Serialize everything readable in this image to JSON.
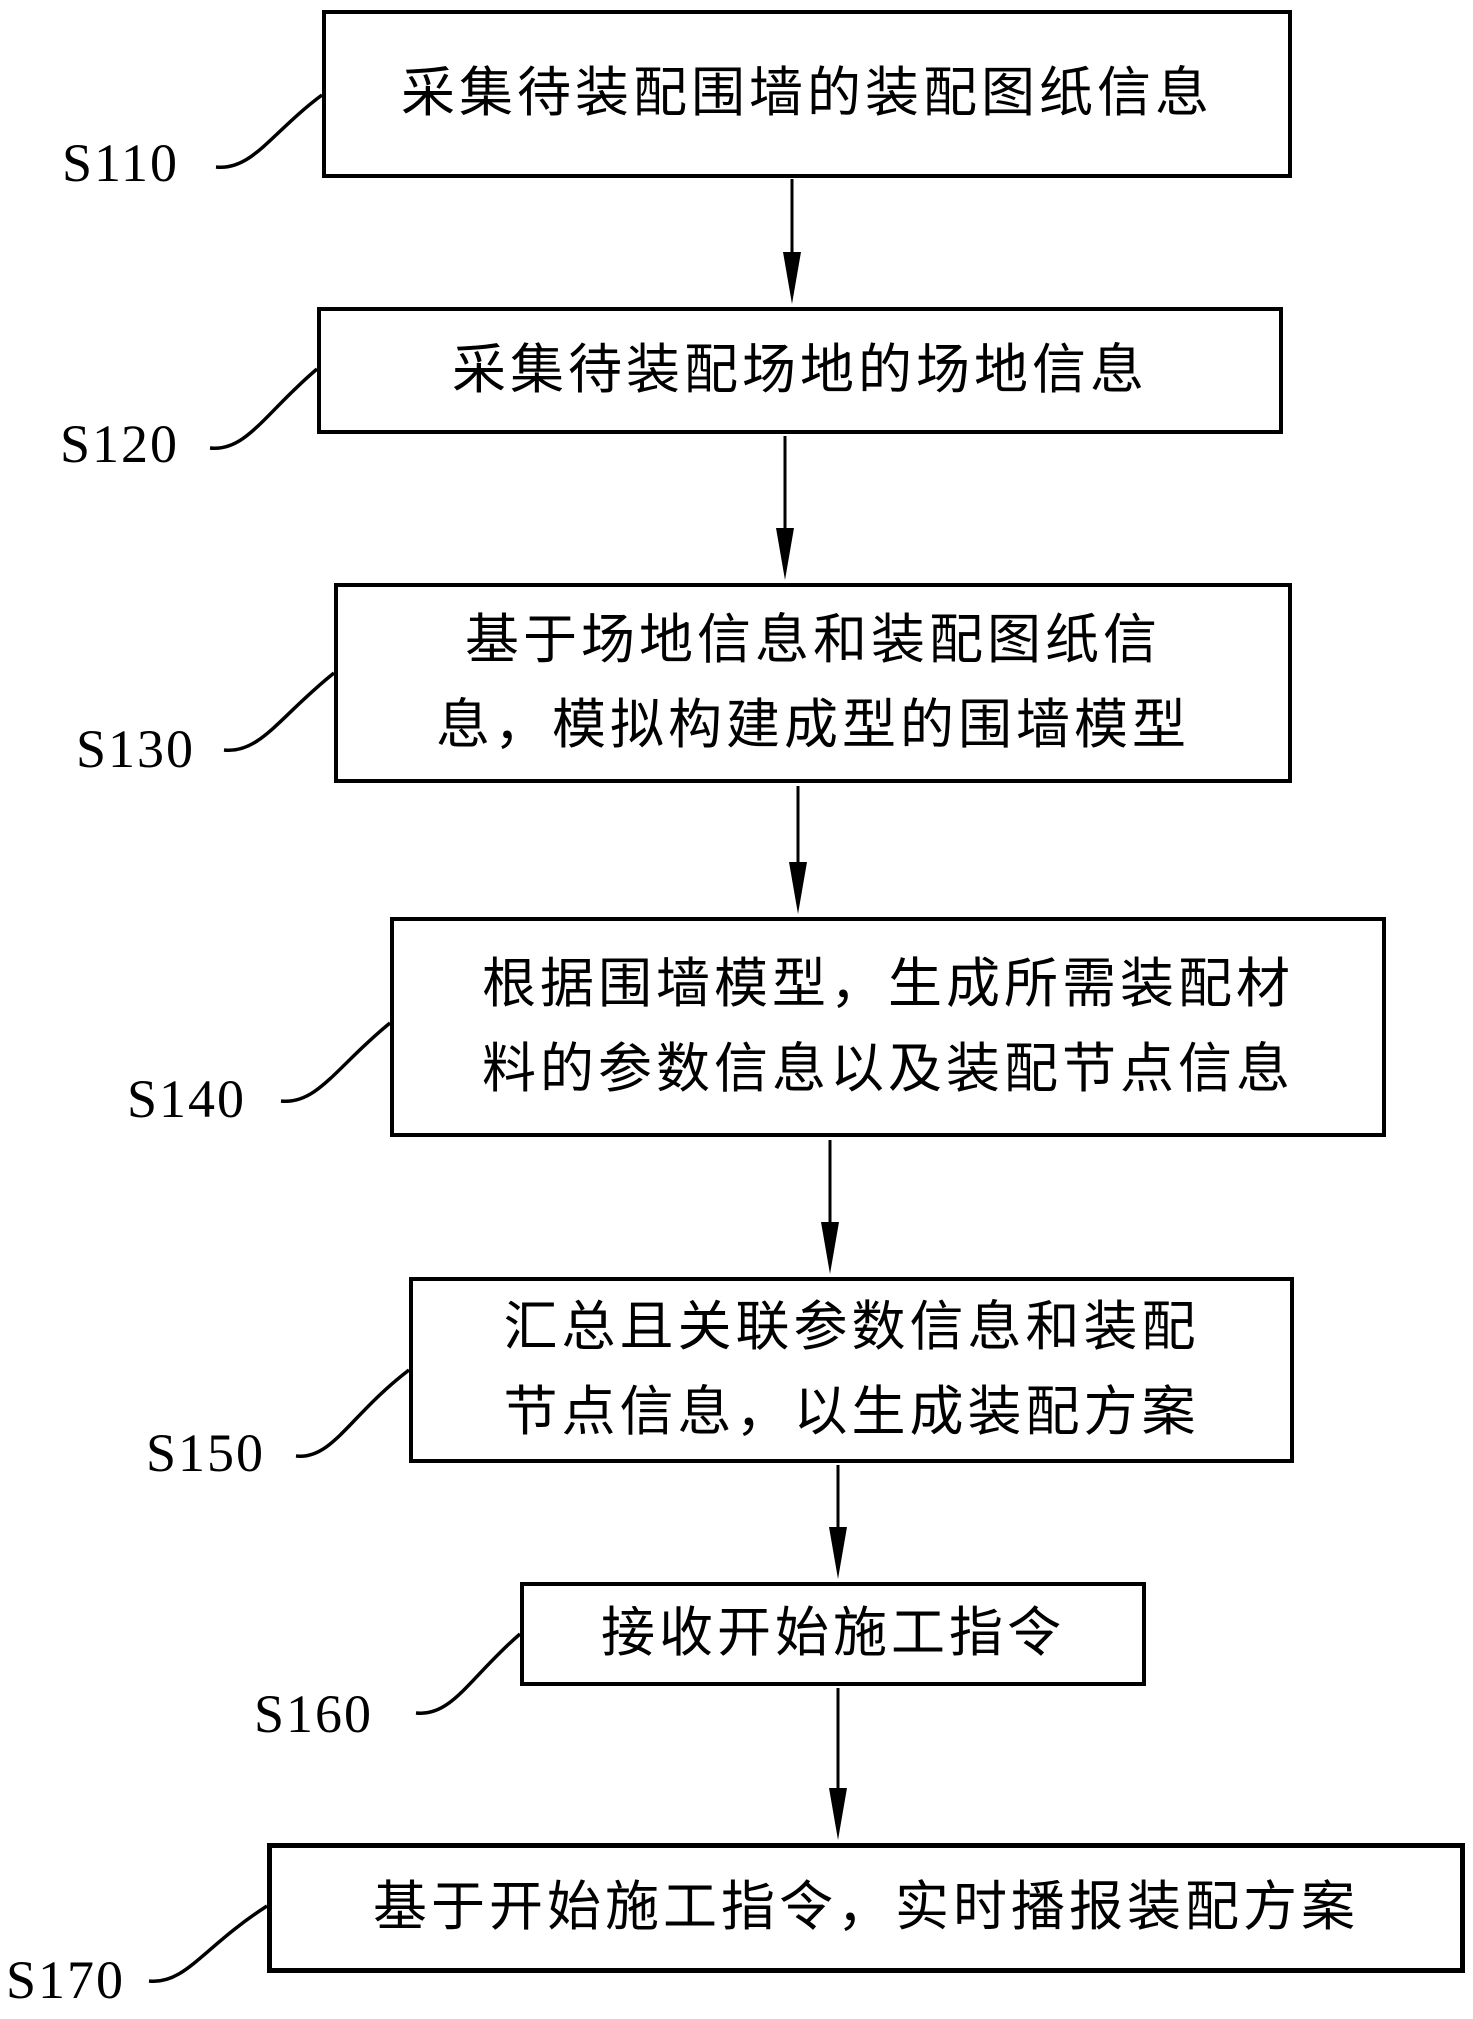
{
  "figure": {
    "background_color": "#ffffff",
    "line_color": "#000000",
    "type": "vertical-flowchart"
  },
  "steps": [
    {
      "label": "S110",
      "lines": [
        "采集待装配围墙的装配图纸信息"
      ]
    },
    {
      "label": "S120",
      "lines": [
        "采集待装配场地的场地信息"
      ]
    },
    {
      "label": "S130",
      "lines": [
        "基于场地信息和装配图纸信",
        "息，模拟构建成型的围墙模型"
      ]
    },
    {
      "label": "S140",
      "lines": [
        "根据围墙模型，生成所需装配材",
        "料的参数信息以及装配节点信息"
      ]
    },
    {
      "label": "S150",
      "lines": [
        "汇总且关联参数信息和装配",
        "节点信息，以生成装配方案"
      ]
    },
    {
      "label": "S160",
      "lines": [
        "接收开始施工指令"
      ]
    },
    {
      "label": "S170",
      "lines": [
        "基于开始施工指令，实时播报装配方案"
      ]
    }
  ]
}
